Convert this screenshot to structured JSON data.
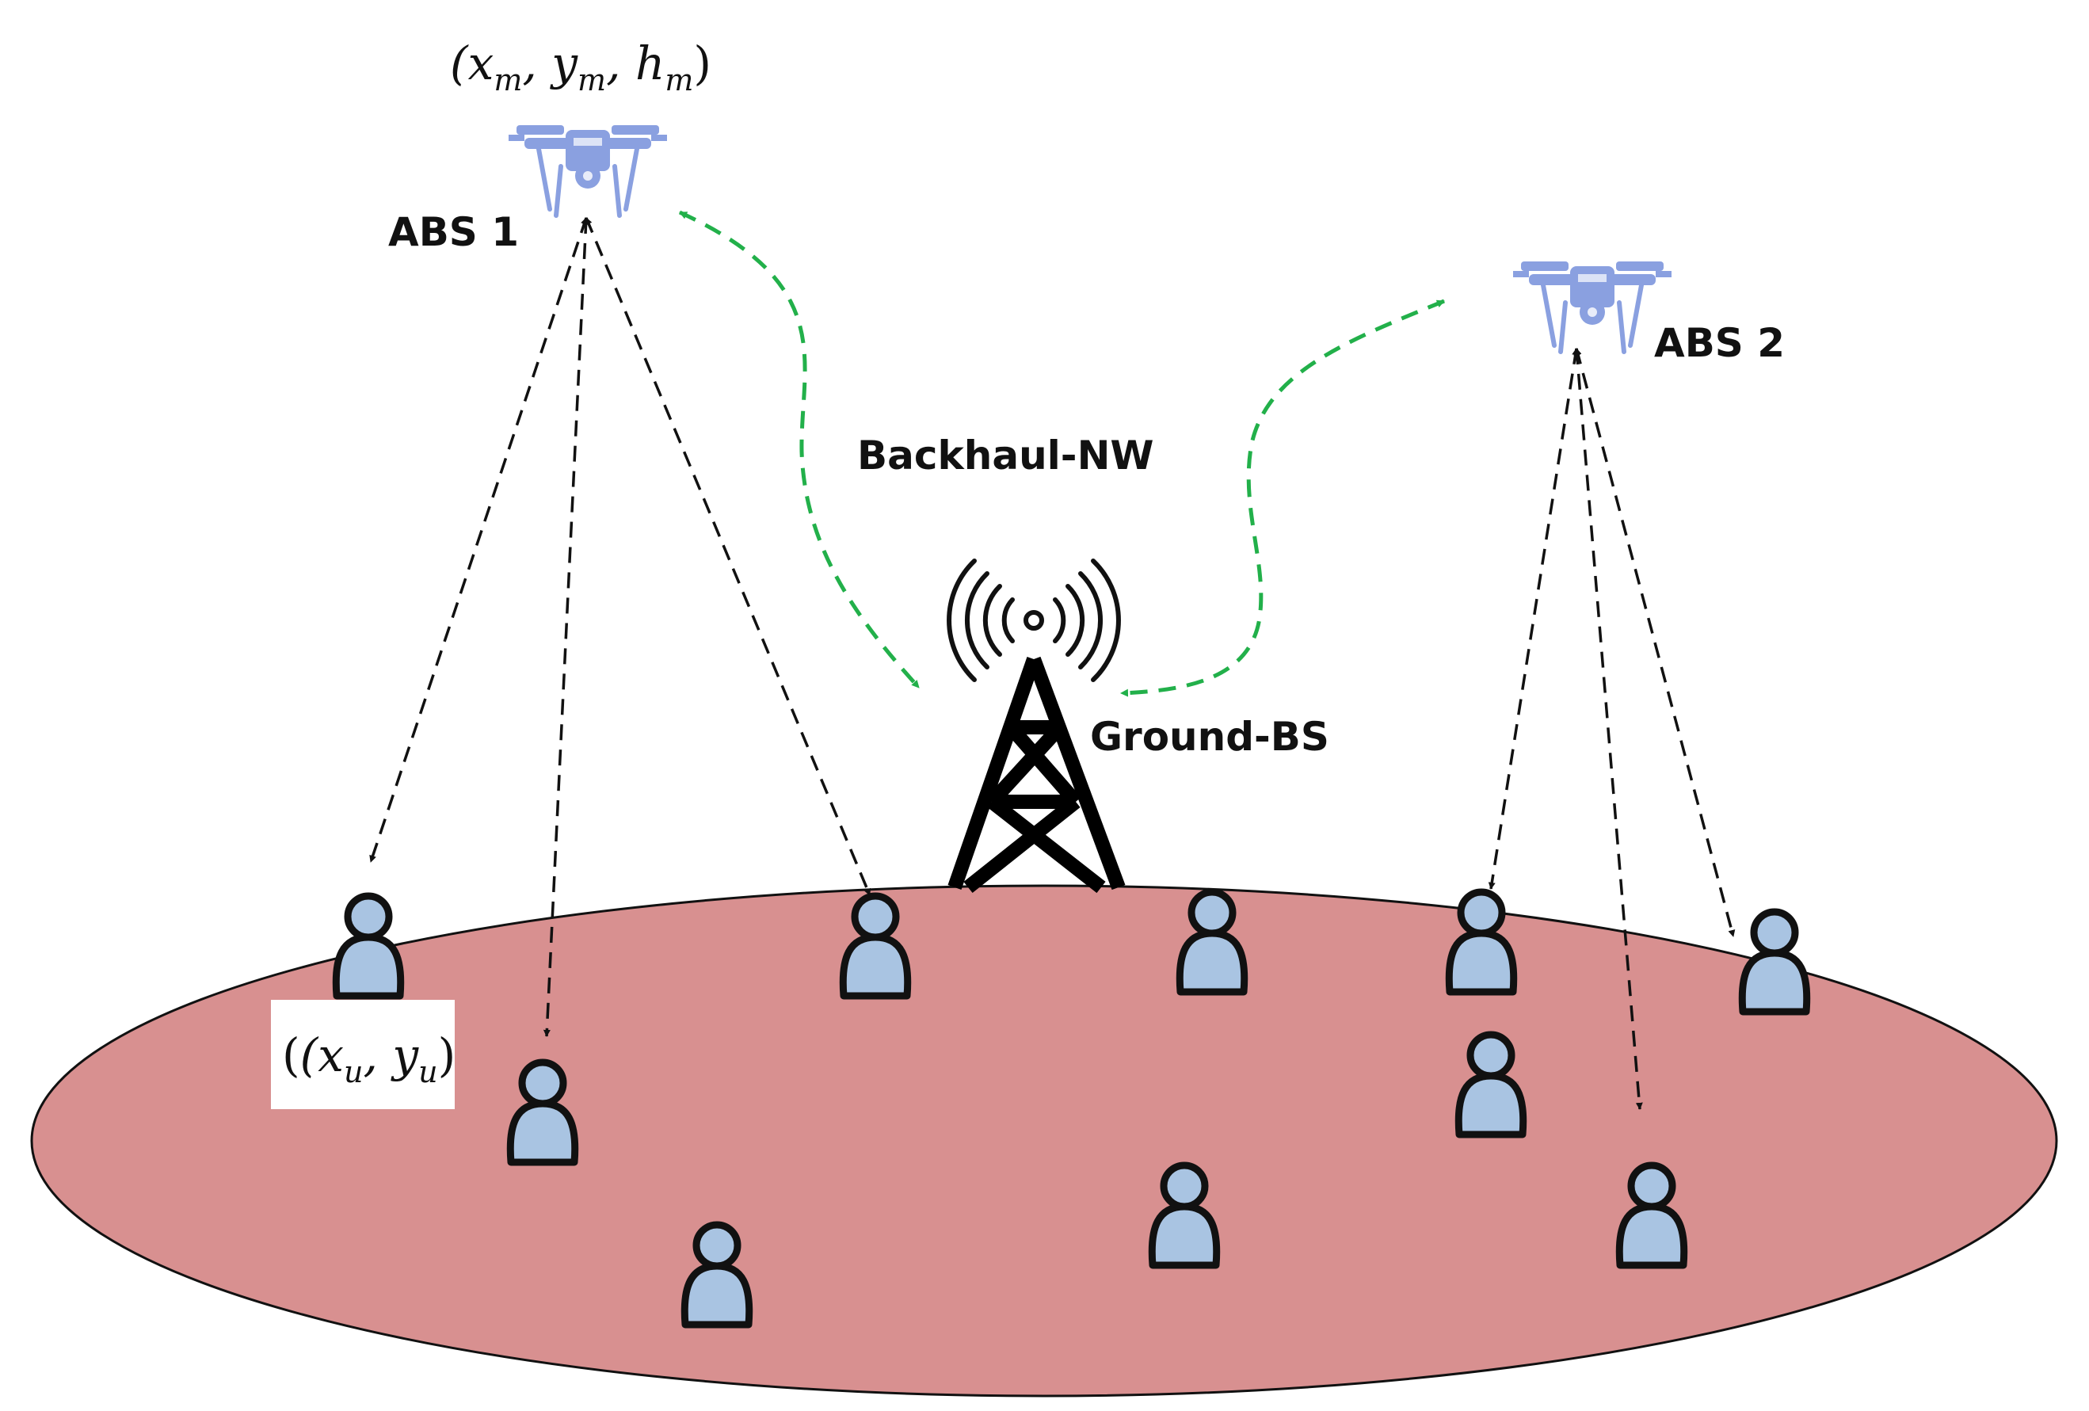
{
  "labels": {
    "drone1_coords": "(x",
    "drone1_coords_m1": "m",
    "drone1_coords_sep1": ", y",
    "drone1_coords_m2": "m",
    "drone1_coords_sep2": ", h",
    "drone1_coords_m3": "m",
    "drone1_coords_close": ")",
    "abs1": "ABS 1",
    "abs2": "ABS 2",
    "backhaul": "Backhaul-NW",
    "ground_bs": "Ground-BS",
    "user_coords_open": "(x",
    "user_coords_u1": "u",
    "user_coords_sep": ", y",
    "user_coords_u2": "u",
    "user_coords_close": ")"
  },
  "colors": {
    "ground": "#d89090",
    "drone": "#8aa0e0",
    "user": "#a9c4e2",
    "backhaul_link": "#22b04a",
    "access_link": "#111111",
    "tower": "#000000"
  },
  "icons": [
    "drone-icon",
    "tower-icon",
    "user-icon"
  ]
}
